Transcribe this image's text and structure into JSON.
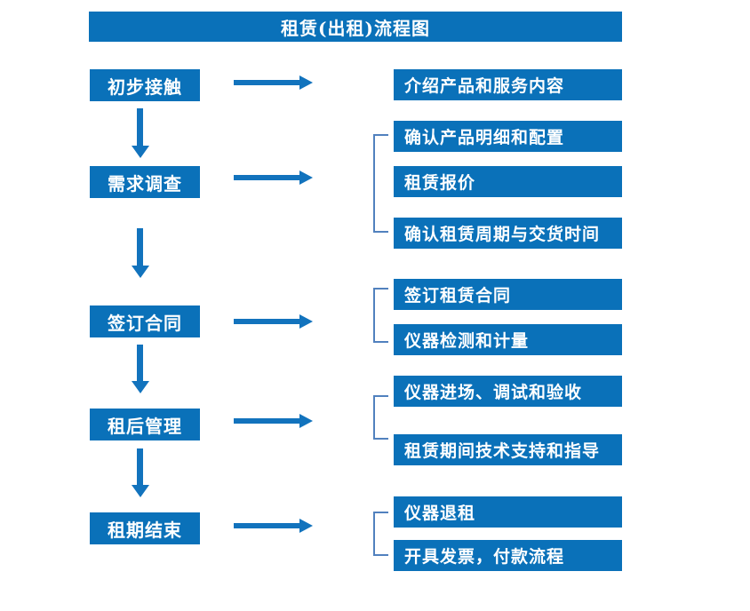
{
  "title": "租赁(出租)流程图",
  "colors": {
    "box_blue": "#0a71b9",
    "arrow_blue": "#1273bd",
    "bracket_blue": "#5181be",
    "text": "#ffffff",
    "background": "#ffffff"
  },
  "stages": [
    {
      "label": "初步接触",
      "details": [
        "介绍产品和服务内容"
      ]
    },
    {
      "label": "需求调查",
      "details": [
        "确认产品明细和配置",
        "租赁报价",
        "确认租赁周期与交货时间"
      ]
    },
    {
      "label": "签订合同",
      "details": [
        "签订租赁合同",
        "仪器检测和计量"
      ]
    },
    {
      "label": "租后管理",
      "details": [
        "仪器进场、调试和验收",
        "租赁期间技术支持和指导"
      ]
    },
    {
      "label": "租期结束",
      "details": [
        "仪器退租",
        "开具发票，付款流程"
      ]
    }
  ]
}
